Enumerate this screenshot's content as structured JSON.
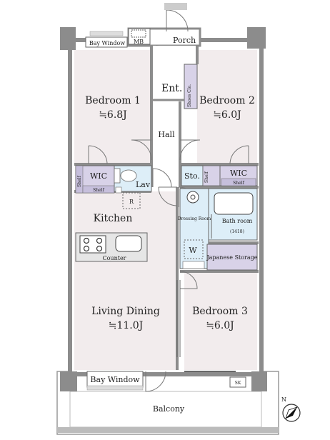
{
  "rooms": {
    "porch": "Porch",
    "entrance": "Ent.",
    "shoes_closet": "Shoes Clo.",
    "bay_window_top": "Bay Window",
    "mb": "MB",
    "bedroom1_name": "Bedroom 1",
    "bedroom1_size": "≒6.8J",
    "bedroom2_name": "Bedroom 2",
    "bedroom2_size": "≒6.0J",
    "hall": "Hall",
    "wic_left": "WIC",
    "shelf_left_vertical": "Shelf",
    "shelf_left_bottom": "Shelf",
    "lav": "Lav",
    "sto": "Sto.",
    "shelf_right_vertical": "Shelf",
    "wic_right": "WIC",
    "shelf_right_bottom": "Shelf",
    "refrigerator": "R",
    "kitchen": "Kitchen",
    "dressing_room": "Dressing Room",
    "bathroom": "Bath room",
    "bathroom_size": "(1418)",
    "washer": "W",
    "japanese_storage": "Japanese Storage",
    "counter": "Counter",
    "bedroom3_name": "Bedroom 3",
    "bedroom3_size": "≒6.0J",
    "living_dining_name": "Living Dining",
    "living_dining_size": "≒11.0J",
    "bay_window_bottom": "Bay Window",
    "sk": "SK",
    "balcony": "Balcony"
  },
  "compass": {
    "north": "N"
  },
  "colors": {
    "bedroom_floor": "#f2eced",
    "wet_area": "#ddeef8",
    "storage": "#d8d2e8",
    "wall": "#8c8c8c",
    "counter": "#e6e6e6"
  }
}
